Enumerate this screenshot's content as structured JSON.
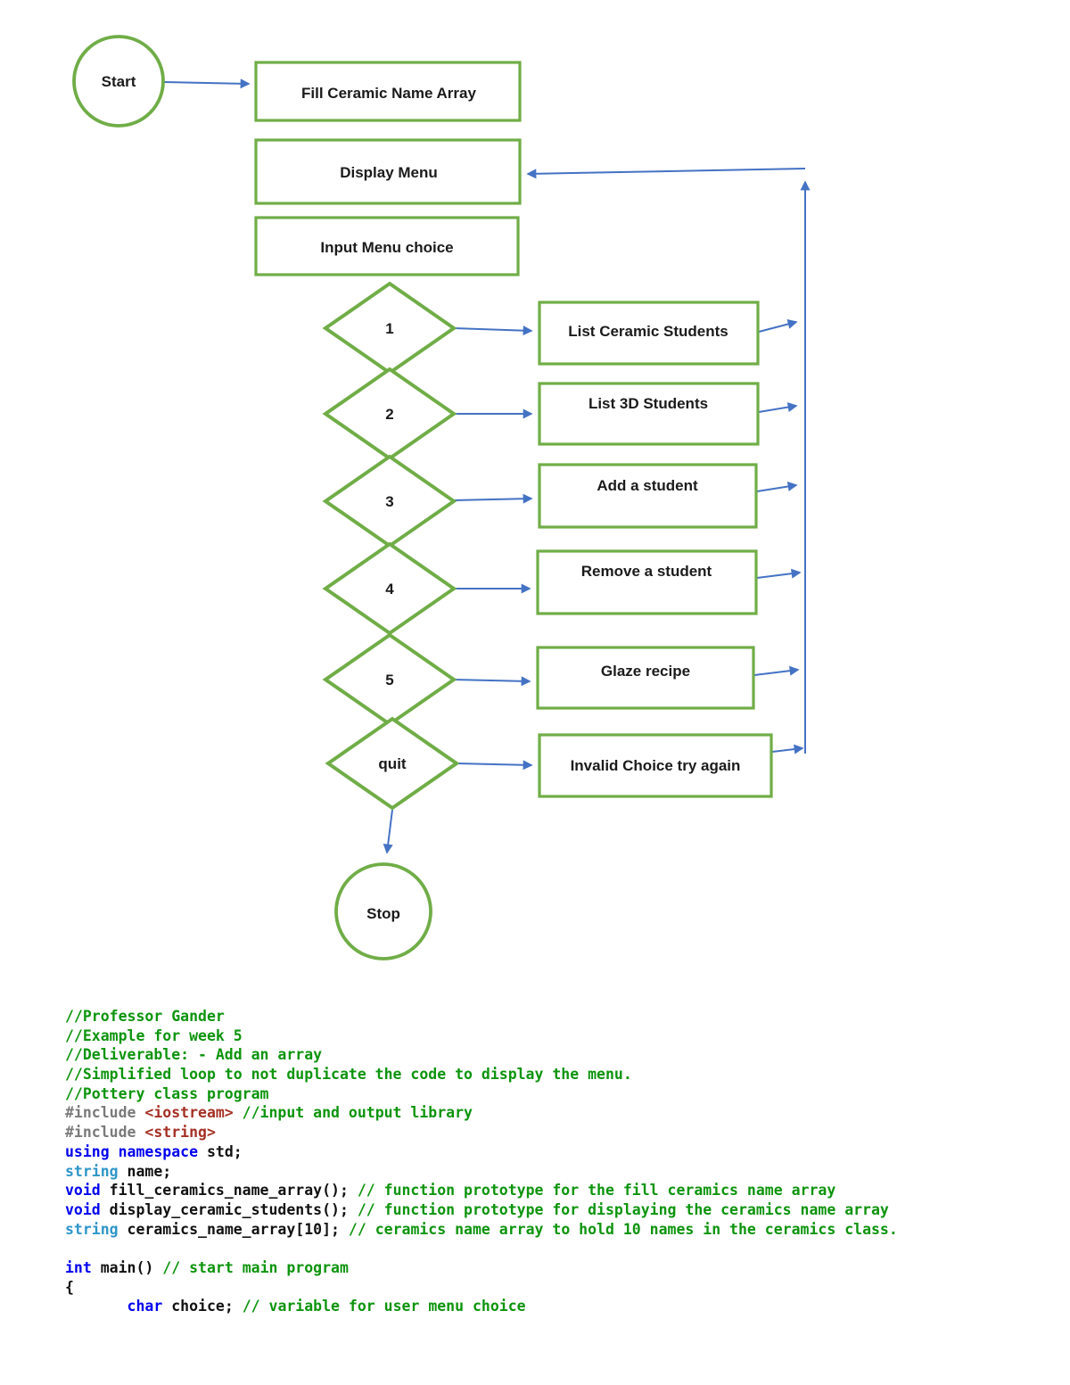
{
  "flowchart": {
    "start_label": "Start",
    "stop_label": "Stop",
    "process_boxes": {
      "fill_array": "Fill Ceramic Name Array",
      "display_menu": "Display Menu",
      "input_choice": "Input Menu choice"
    },
    "decisions": [
      "1",
      "2",
      "3",
      "4",
      "5",
      "quit"
    ],
    "actions": [
      "List Ceramic Students",
      "List 3D Students",
      "Add a student",
      "Remove a student",
      "Glaze recipe",
      "Invalid Choice try again"
    ],
    "colors": {
      "shape_border": "#70AD47",
      "connector": "#4472C4",
      "label_text": "#1b1b1b"
    }
  },
  "code": {
    "colors": {
      "comment": "#0d940d",
      "keyword": "#0000EE",
      "type": "#2E96C8",
      "directive": "#7a7a7a",
      "include_target": "#A53125",
      "plain": "#111111"
    },
    "lines": [
      [
        {
          "c": "com",
          "t": "//Professor Gander"
        }
      ],
      [
        {
          "c": "com",
          "t": "//Example for week 5"
        }
      ],
      [
        {
          "c": "com",
          "t": "//Deliverable: - Add an array"
        }
      ],
      [
        {
          "c": "com",
          "t": "//Simplified loop to not duplicate the code to display the menu."
        }
      ],
      [
        {
          "c": "com",
          "t": "//Pottery class program"
        }
      ],
      [
        {
          "c": "dir",
          "t": "#include "
        },
        {
          "c": "inc",
          "t": "<iostream>"
        },
        {
          "c": "com",
          "t": " //input and output library"
        }
      ],
      [
        {
          "c": "dir",
          "t": "#include "
        },
        {
          "c": "inc",
          "t": "<string>"
        }
      ],
      [
        {
          "c": "kw",
          "t": "using namespace "
        },
        {
          "c": "pln",
          "t": "std;"
        }
      ],
      [
        {
          "c": "typ",
          "t": "string "
        },
        {
          "c": "pln",
          "t": "name;"
        }
      ],
      [
        {
          "c": "kw",
          "t": "void "
        },
        {
          "c": "pln",
          "t": "fill_ceramics_name_array(); "
        },
        {
          "c": "com",
          "t": "// function prototype for the fill ceramics name array"
        }
      ],
      [
        {
          "c": "kw",
          "t": "void "
        },
        {
          "c": "pln",
          "t": "display_ceramic_students(); "
        },
        {
          "c": "com",
          "t": "// function prototype for displaying the ceramics name array"
        }
      ],
      [
        {
          "c": "typ",
          "t": "string "
        },
        {
          "c": "pln",
          "t": "ceramics_name_array[10]; "
        },
        {
          "c": "com",
          "t": "// ceramics name array to hold 10 names in the ceramics class."
        }
      ],
      [],
      [
        {
          "c": "kw",
          "t": "int "
        },
        {
          "c": "pln",
          "t": "main() "
        },
        {
          "c": "com",
          "t": "// start main program"
        }
      ],
      [
        {
          "c": "pln",
          "t": "{"
        }
      ],
      [
        {
          "c": "pln",
          "t": "       "
        },
        {
          "c": "kw",
          "t": "char "
        },
        {
          "c": "pln",
          "t": "choice; "
        },
        {
          "c": "com",
          "t": "// variable for user menu choice"
        }
      ]
    ]
  }
}
